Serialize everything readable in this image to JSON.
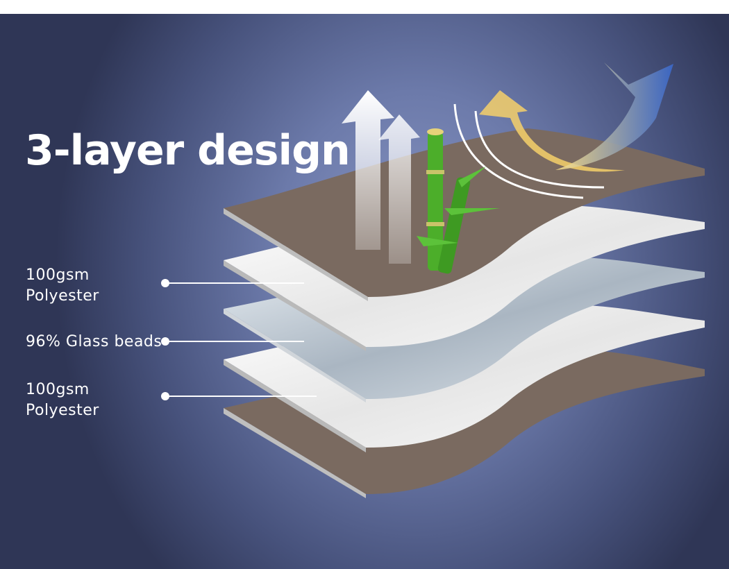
{
  "title": "3-layer design",
  "labels": [
    {
      "line1": "100gsm",
      "line2": "Polyester"
    },
    {
      "line1": "96% Glass beads"
    },
    {
      "line1": "100gsm",
      "line2": "Polyester"
    }
  ],
  "colors": {
    "brown": "#7a6a60",
    "white_layer": "#f2f2f2",
    "glass": "#c9d3dc",
    "bamboo": "#4cae2a",
    "arrow_yellow": "#f6d06a",
    "arrow_blue": "#3d6fd0"
  }
}
